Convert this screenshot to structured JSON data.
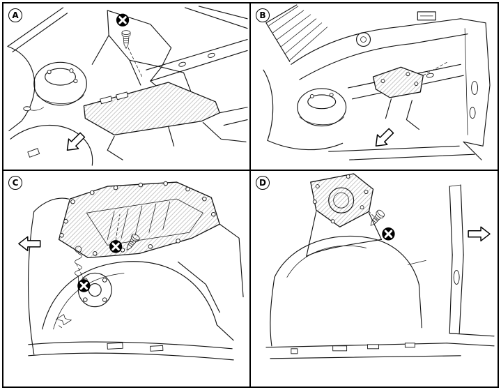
{
  "colors": {
    "background": "#ffffff",
    "line": "#141414",
    "hatch": "#b5b5b5",
    "marker_fill": "#000000",
    "marker_cross": "#ffffff"
  },
  "panels": [
    {
      "label": "A",
      "icons": [
        "bolt-marker-icon",
        "screw-icon",
        "direction-arrow-down-left-icon"
      ]
    },
    {
      "label": "B",
      "icons": [
        "direction-arrow-down-left-icon"
      ]
    },
    {
      "label": "C",
      "icons": [
        "bolt-marker-icon",
        "bolt-marker-icon",
        "screw-icon",
        "direction-arrow-left-icon"
      ]
    },
    {
      "label": "D",
      "icons": [
        "bolt-marker-icon",
        "screw-icon",
        "direction-arrow-right-icon"
      ]
    }
  ]
}
